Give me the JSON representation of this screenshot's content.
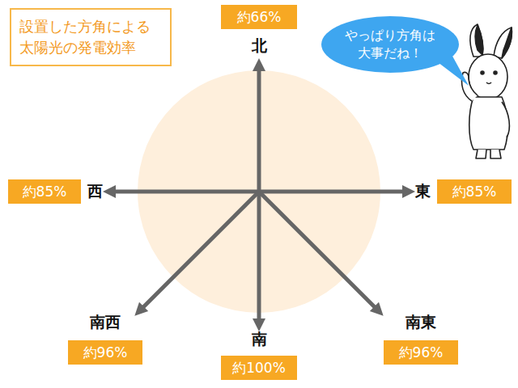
{
  "diagram": {
    "title": "設置した方角による 太陽光の発電効率",
    "nodes": [
      {
        "text": [
          "北",
          "約66%"
        ]
      },
      {
        "text": [
          "やっぱり方角は 大事だね！"
        ]
      },
      {
        "text": [
          "西",
          "約85%"
        ]
      },
      {
        "text": [
          "東",
          "約85%"
        ]
      },
      {
        "text": [
          "南西",
          "約96%"
        ]
      },
      {
        "text": [
          "南",
          "約100%"
        ]
      },
      {
        "text": [
          "南東",
          "約96%"
        ]
      }
    ]
  }
}
